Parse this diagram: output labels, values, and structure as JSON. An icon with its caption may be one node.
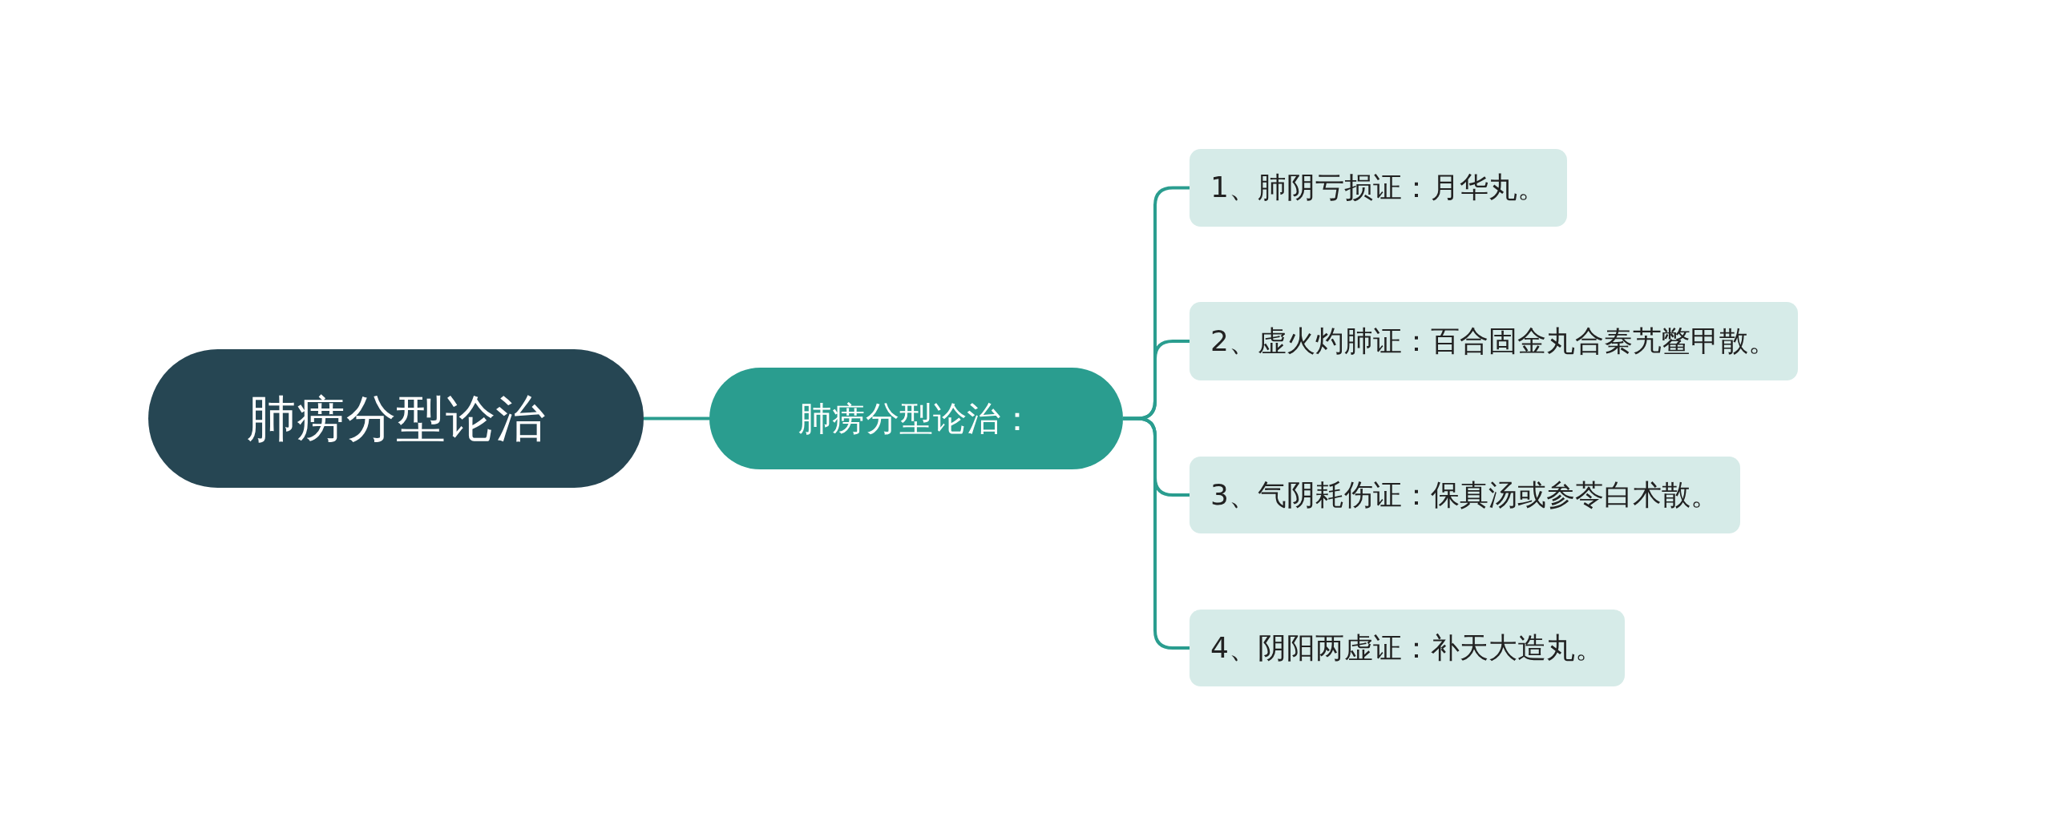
{
  "diagram": {
    "nodes": [
      {
        "text": [
          "肺痨分型论治"
        ]
      },
      {
        "text": [
          "肺痨分型论治："
        ]
      },
      {
        "text": [
          "1、肺阴亏损证：月华丸。"
        ]
      },
      {
        "text": [
          "2、虚火灼肺证：百合固金丸合秦艽鳖甲散。"
        ]
      },
      {
        "text": [
          "3、气阴耗伤证：保真汤或参苓白术散。"
        ]
      },
      {
        "text": [
          "4、阴阳两虚证：补天大造丸。"
        ]
      }
    ],
    "edges": [
      {
        "from": 0,
        "to": 1,
        "arrow": "none"
      },
      {
        "from": 1,
        "to": 2,
        "arrow": "none"
      },
      {
        "from": 1,
        "to": 3,
        "arrow": "none"
      },
      {
        "from": 1,
        "to": 4,
        "arrow": "none"
      },
      {
        "from": 1,
        "to": 5,
        "arrow": "none"
      }
    ]
  }
}
